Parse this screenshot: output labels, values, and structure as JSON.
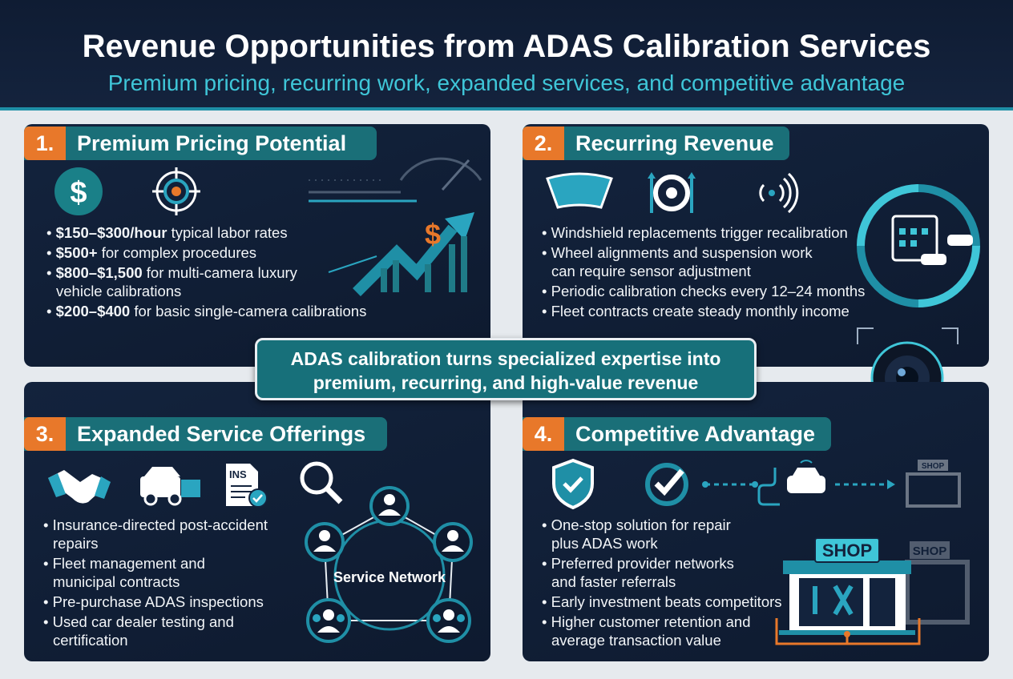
{
  "header": {
    "title": "Revenue Opportunities from ADAS Calibration Services",
    "subtitle": "Premium pricing, recurring work, expanded services, and competitive advantage"
  },
  "callout": {
    "line1": "ADAS calibration turns specialized expertise into",
    "line2": "premium, recurring, and high-value revenue"
  },
  "panels": [
    {
      "number": "1.",
      "title": "Premium Pricing Potential",
      "bullets": [
        {
          "bold": "$150–$300/hour",
          "text": " typical labor rates"
        },
        {
          "bold": "$500+",
          "text": " for complex procedures"
        },
        {
          "bold": "$800–$1,500",
          "text": " for multi-camera luxury vehicle calibrations"
        },
        {
          "bold": "$200–$400",
          "text": " for basic single-camera calibrations"
        }
      ],
      "icon_glyph": "$"
    },
    {
      "number": "2.",
      "title": "Recurring Revenue",
      "bullets": [
        "Windshield replacements trigger recalibration",
        "Wheel alignments and suspension work can require sensor adjustment",
        "Periodic calibration checks every 12–24 months",
        "Fleet contracts create steady monthly income"
      ]
    },
    {
      "number": "3.",
      "title": "Expanded Service Offerings",
      "bullets": [
        "Insurance-directed post-accident repairs",
        "Fleet management and municipal contracts",
        "Pre-purchase ADAS inspections",
        "Used car dealer testing and certification"
      ],
      "ins_label": "INS",
      "network_label": "Service Network"
    },
    {
      "number": "4.",
      "title": "Competitive Advantage",
      "bullets": [
        "One-stop solution for repair plus ADAS work",
        "Preferred provider networks and faster referrals",
        "Early investment beats competitors",
        "Higher customer retention and average transaction value"
      ],
      "shop_label": "SHOP"
    }
  ],
  "colors": {
    "navy": "#0f1c33",
    "teal": "#1a6f78",
    "accent_cyan": "#3fc6d8",
    "orange": "#e8782a"
  }
}
